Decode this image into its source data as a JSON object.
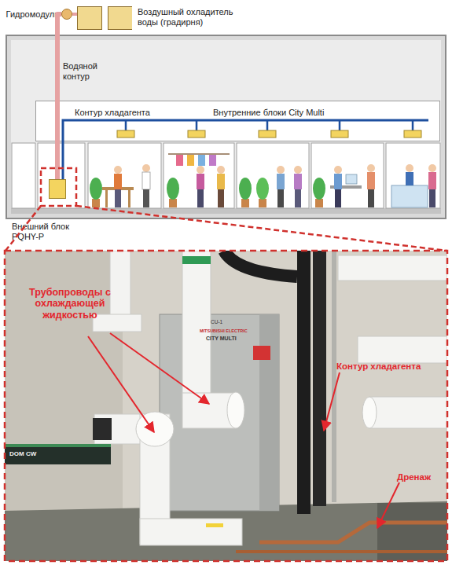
{
  "diagram": {
    "nodes": [
      {
        "text": [
          "Гидромодуль"
        ]
      },
      {
        "text": [
          "Воздушный охладитель воды (градирня)"
        ]
      },
      {
        "text": [
          "Внешний блок PQHY-P"
        ]
      },
      {
        "text": [
          "Внутренние блоки City Multi"
        ]
      }
    ],
    "edges": [
      {
        "from": 0,
        "to": 1,
        "arrow": "none"
      },
      {
        "from": 0,
        "to": 2,
        "label": "Водяной контур",
        "arrow": "none"
      },
      {
        "from": 2,
        "to": 3,
        "label": "Контур хладагента",
        "arrow": "none"
      }
    ],
    "labels": [
      "Трубопроводы с охлаждающей жидкостью",
      "Контур хладагента",
      "Дренаж",
      "CU-1",
      "MITSUBISHI ELECTRIC",
      "CITY MULTI",
      "DOM CW"
    ]
  }
}
